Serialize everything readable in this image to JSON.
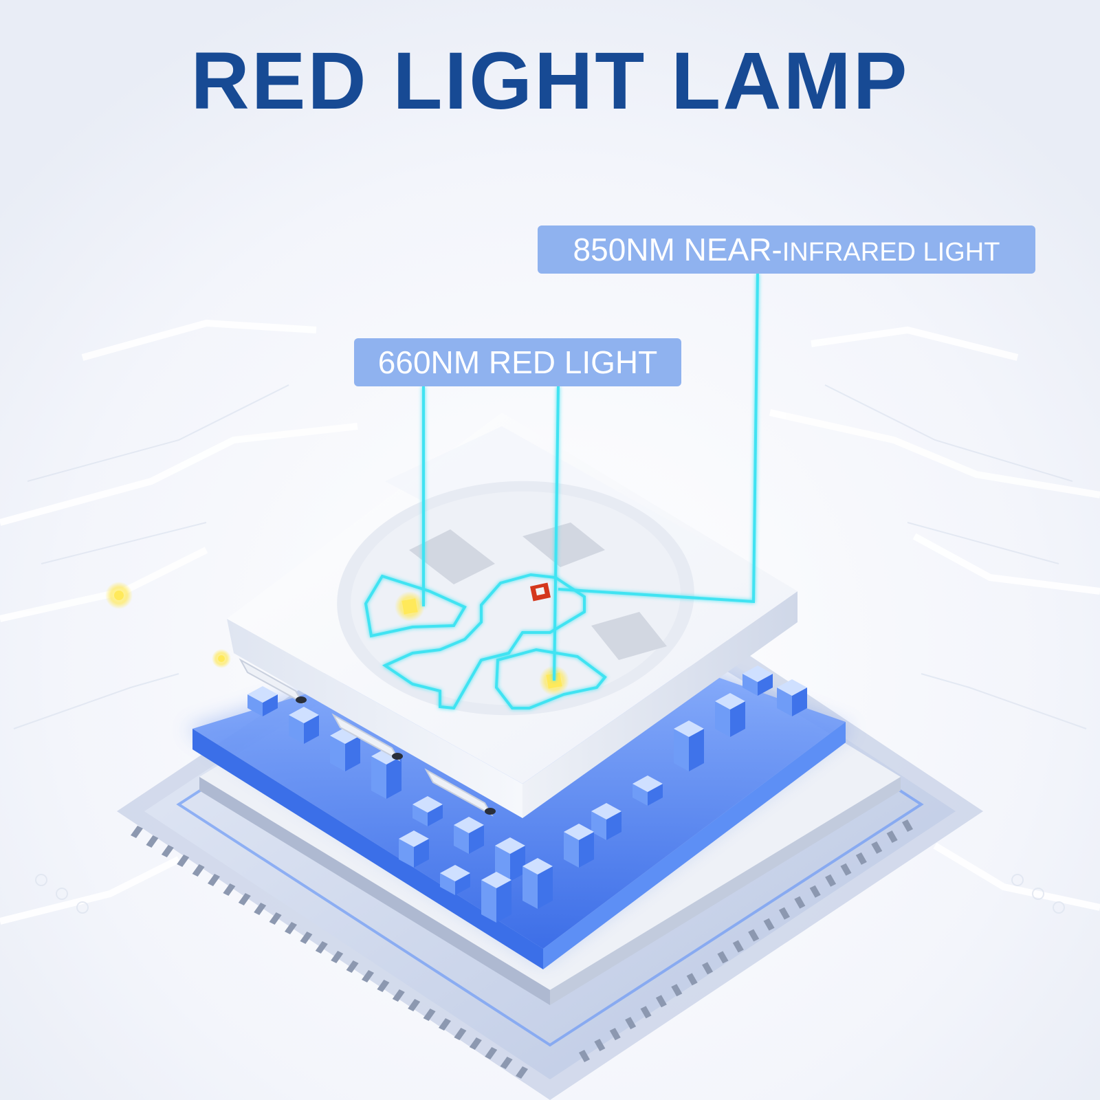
{
  "header": {
    "title": "RED LIGHT LAMP"
  },
  "callouts": {
    "nir": {
      "prefix": "850NM NEAR-",
      "suffix": "INFRARED LIGHT"
    },
    "red": {
      "label": "660NM RED LIGHT"
    }
  },
  "colors": {
    "title_blue": "#174a94",
    "callout_bg": "#8fb2ef",
    "leader_cyan": "#3fe3f2",
    "chip_white": "#f7f9fd",
    "board_blue": "#5b8ef0",
    "pin_gray": "#8c98b0",
    "led_yellow": "#ffe95a",
    "ir_red": "#d4371c"
  },
  "icons": {
    "yellow_led": "led-chip-yellow-icon",
    "ir_led": "led-chip-red-icon",
    "ambient_dot": "glow-dot-icon"
  }
}
